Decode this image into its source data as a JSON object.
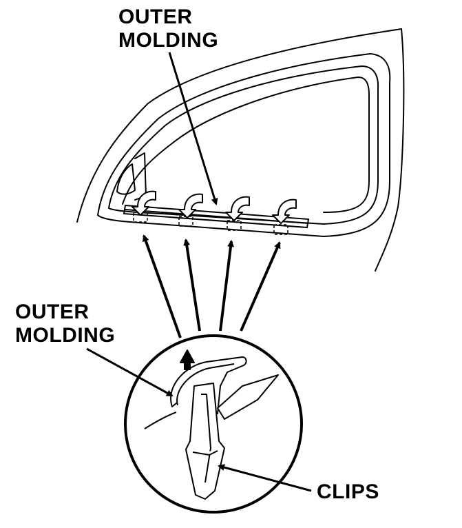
{
  "labels": {
    "top_callout": {
      "line1": "OUTER",
      "line2": "MOLDING"
    },
    "detail_callout": {
      "line1": "OUTER",
      "line2": "MOLDING"
    },
    "clips_callout": "CLIPS"
  },
  "colors": {
    "ink": "#000000",
    "paper": "#ffffff"
  }
}
